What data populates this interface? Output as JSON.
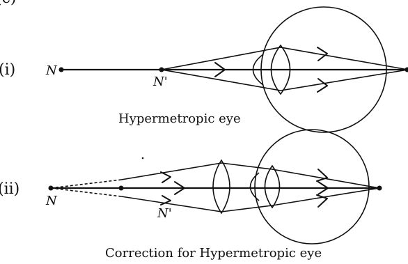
{
  "top_fragment": "(c)",
  "part_i": {
    "label": "(i)",
    "near_point": "N",
    "new_near_point": "N'",
    "caption": "Hypermetropic eye"
  },
  "part_ii": {
    "label": "(ii)",
    "near_point": "N",
    "new_near_point": "N'",
    "caption": "Correction for Hypermetropic eye"
  }
}
